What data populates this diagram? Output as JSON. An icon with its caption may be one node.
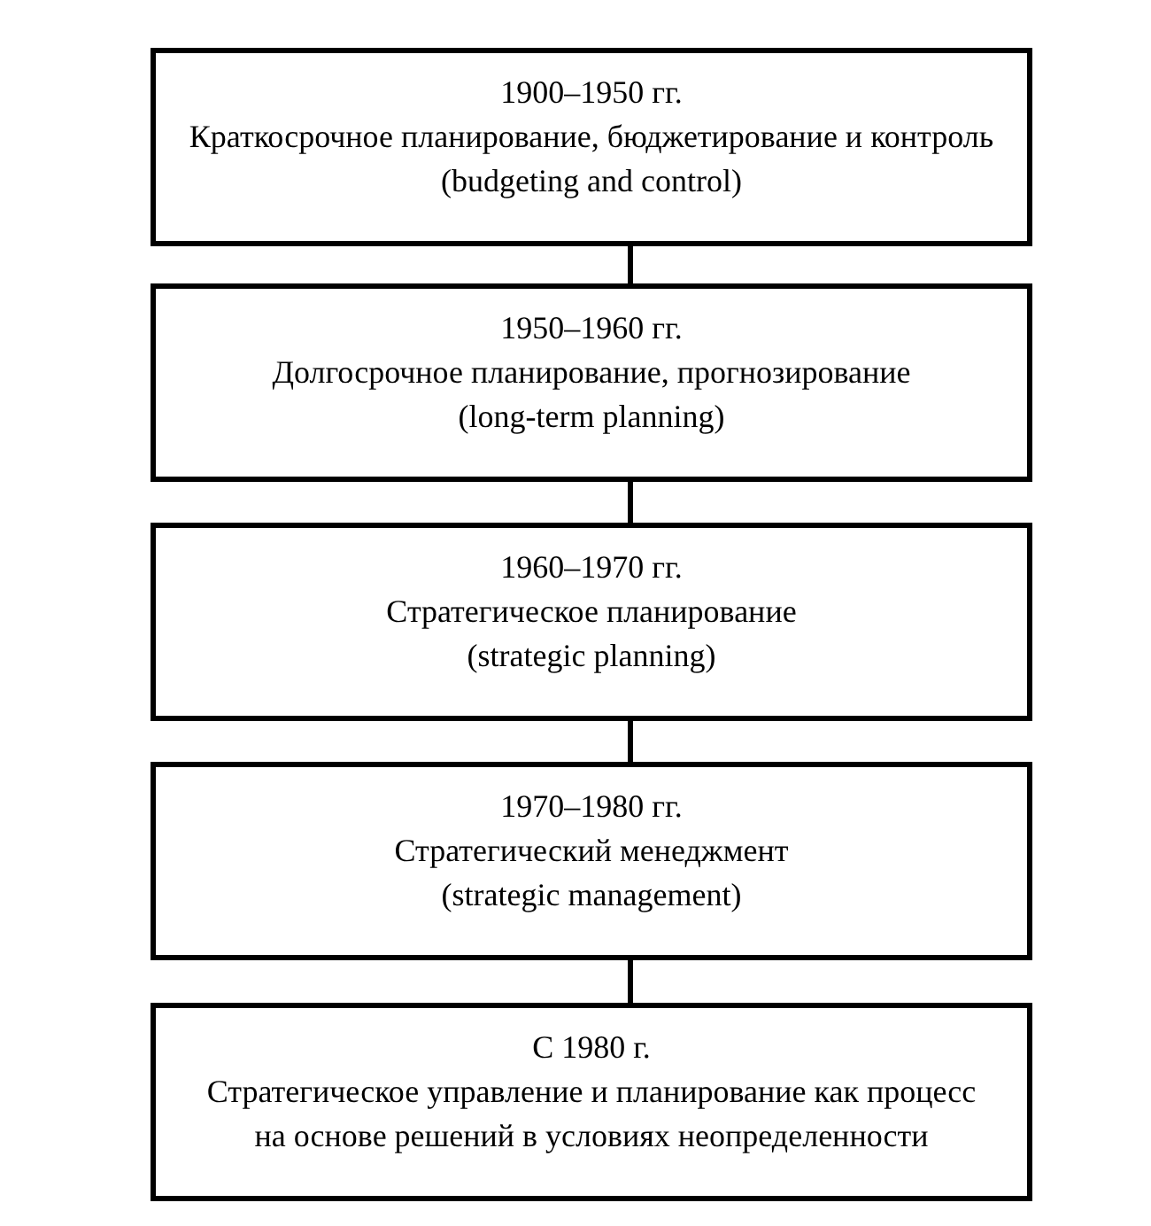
{
  "diagram": {
    "nodes": [
      {
        "text": [
          "1900–1950 гг.",
          "Краткосрочное планирование, бюджетирование и контроль",
          "(budgeting and control)"
        ]
      },
      {
        "text": [
          "1950–1960 гг.",
          "Долгосрочное планирование, прогнозирование",
          "(long-term planning)"
        ]
      },
      {
        "text": [
          "1960–1970 гг.",
          "Стратегическое планирование",
          "(strategic planning)"
        ]
      },
      {
        "text": [
          "1970–1980 гг.",
          "Стратегический менеджмент",
          "(strategic management)"
        ]
      },
      {
        "text": [
          "С 1980 г.",
          "Стратегическое управление и планирование как процесс на основе решений в условиях неопределенности"
        ]
      }
    ],
    "edges": [
      {
        "from": 0,
        "to": 1,
        "arrow": "none"
      },
      {
        "from": 1,
        "to": 2,
        "arrow": "none"
      },
      {
        "from": 2,
        "to": 3,
        "arrow": "none"
      },
      {
        "from": 3,
        "to": 4,
        "arrow": "none"
      }
    ]
  }
}
